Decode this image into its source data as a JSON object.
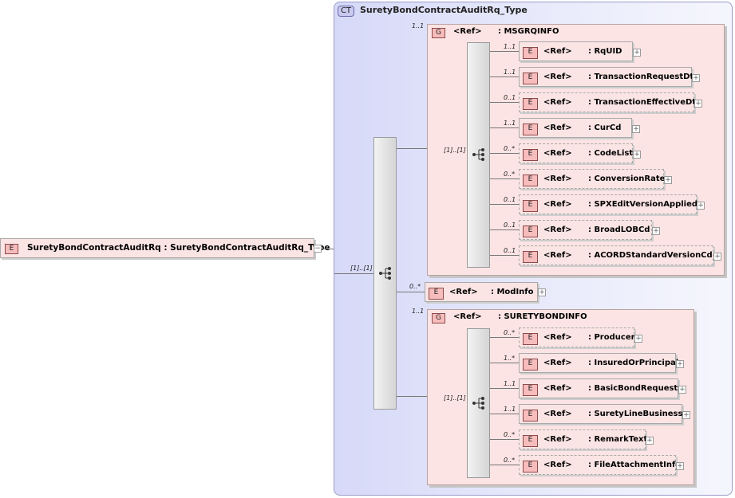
{
  "root": {
    "badge": "E",
    "label": "SuretyBondContractAuditRq : SuretyBondContractAuditRq_Type",
    "toggle": "−"
  },
  "complex_type": {
    "badge": "CT",
    "title": "SuretyBondContractAuditRq_Type"
  },
  "main_sequence": {
    "cardinality": "[1]..[1]"
  },
  "groups": [
    {
      "badge": "G",
      "ref": "<Ref>",
      "name": ": MSGRQINFO",
      "cardinality": "1..1",
      "sequence_cardinality": "[1]..[1]",
      "items": [
        {
          "badge": "E",
          "ref": "<Ref>",
          "name": ": RqUID",
          "cardinality": "1..1",
          "optional": false
        },
        {
          "badge": "E",
          "ref": "<Ref>",
          "name": ": TransactionRequestDt",
          "cardinality": "1..1",
          "optional": false
        },
        {
          "badge": "E",
          "ref": "<Ref>",
          "name": ": TransactionEffectiveDt",
          "cardinality": "0..1",
          "optional": true
        },
        {
          "badge": "E",
          "ref": "<Ref>",
          "name": ": CurCd",
          "cardinality": "1..1",
          "optional": false
        },
        {
          "badge": "E",
          "ref": "<Ref>",
          "name": ": CodeList",
          "cardinality": "0..*",
          "optional": true
        },
        {
          "badge": "E",
          "ref": "<Ref>",
          "name": ": ConversionRate",
          "cardinality": "0..*",
          "optional": true
        },
        {
          "badge": "E",
          "ref": "<Ref>",
          "name": ": SPXEditVersionApplied",
          "cardinality": "0..1",
          "optional": true
        },
        {
          "badge": "E",
          "ref": "<Ref>",
          "name": ": BroadLOBCd",
          "cardinality": "0..1",
          "optional": true
        },
        {
          "badge": "E",
          "ref": "<Ref>",
          "name": ": ACORDStandardVersionCd",
          "cardinality": "0..1",
          "optional": true
        }
      ]
    },
    {
      "badge": "G",
      "ref": "<Ref>",
      "name": ": SURETYBONDINFO",
      "cardinality": "1..1",
      "sequence_cardinality": "[1]..[1]",
      "items": [
        {
          "badge": "E",
          "ref": "<Ref>",
          "name": ": Producer",
          "cardinality": "0..*",
          "optional": true
        },
        {
          "badge": "E",
          "ref": "<Ref>",
          "name": ": InsuredOrPrincipal",
          "cardinality": "1..*",
          "optional": false
        },
        {
          "badge": "E",
          "ref": "<Ref>",
          "name": ": BasicBondRequest",
          "cardinality": "1..1",
          "optional": false
        },
        {
          "badge": "E",
          "ref": "<Ref>",
          "name": ": SuretyLineBusiness",
          "cardinality": "1..1",
          "optional": false
        },
        {
          "badge": "E",
          "ref": "<Ref>",
          "name": ": RemarkText",
          "cardinality": "0..*",
          "optional": true
        },
        {
          "badge": "E",
          "ref": "<Ref>",
          "name": ": FileAttachmentInfo",
          "cardinality": "0..*",
          "optional": true
        }
      ]
    }
  ],
  "modinfo": {
    "badge": "E",
    "ref": "<Ref>",
    "name": ": ModInfo",
    "cardinality": "0..*",
    "optional": false
  },
  "icons": {
    "expand": "+",
    "sequence": "sequence-icon"
  }
}
